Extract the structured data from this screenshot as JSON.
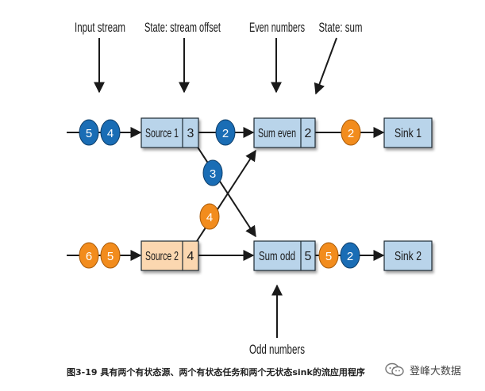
{
  "labels": {
    "input_stream": "Input stream",
    "state_stream_offset": "State: stream offset",
    "even_numbers": "Even numbers",
    "state_sum": "State: sum",
    "odd_numbers": "Odd numbers"
  },
  "nodes": {
    "source1": {
      "name": "Source 1",
      "state": "3"
    },
    "source2": {
      "name": "Source 2",
      "state": "4"
    },
    "sum_even": {
      "name": "Sum even",
      "state": "2"
    },
    "sum_odd": {
      "name": "Sum odd",
      "state": "5"
    },
    "sink1": {
      "name": "Sink 1"
    },
    "sink2": {
      "name": "Sink 2"
    }
  },
  "records": {
    "in1_a": "5",
    "in1_b": "4",
    "s1_to_even": "2",
    "s1_to_odd": "3",
    "s2_to_even": "4",
    "in2_a": "6",
    "in2_b": "5",
    "even_to_sink": "2",
    "odd_to_sink_a": "5",
    "odd_to_sink_b": "2"
  },
  "caption": "图3-19 具有两个有状态源、两个有状态任务和两个无状态sink的流应用程序",
  "watermark": "登峰大数据",
  "colors": {
    "blue_record": "#1a6db5",
    "orange_record": "#f28c1d",
    "box_blue": "#b9d4ea",
    "box_orange": "#fbd7b0",
    "box_border": "#1f2a33"
  }
}
